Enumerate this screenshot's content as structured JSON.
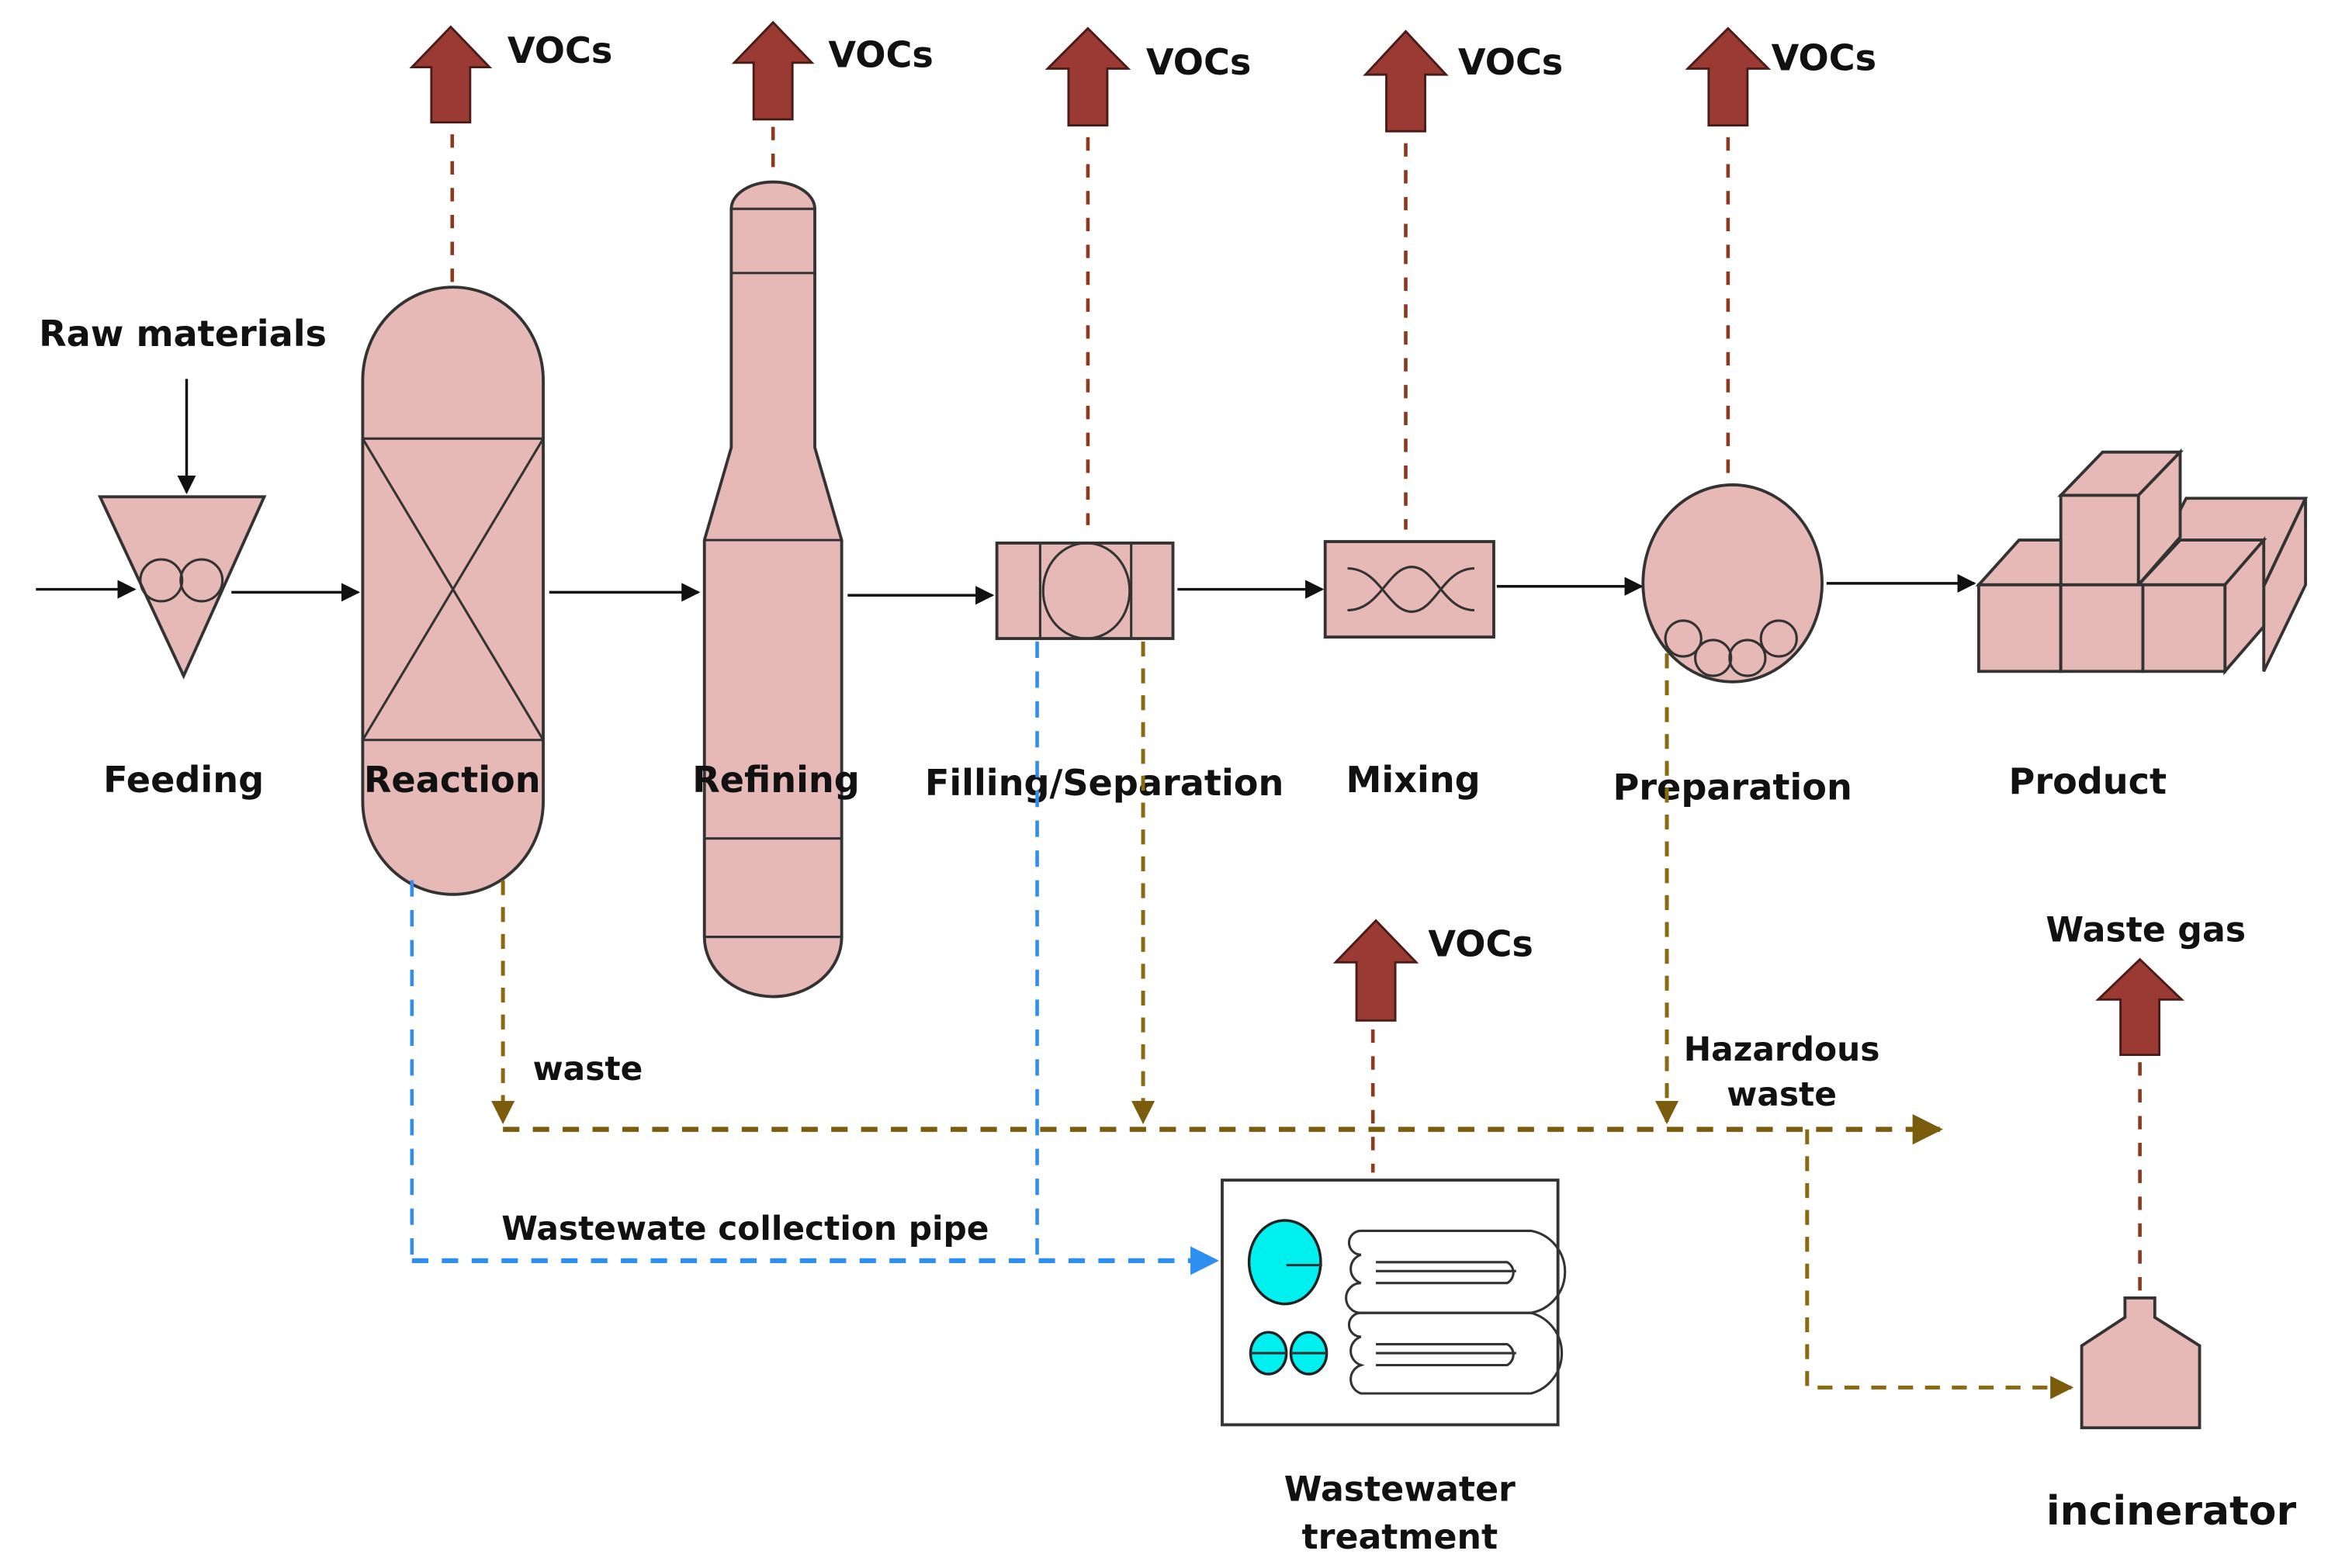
{
  "diagram": {
    "title": "Chemical process flow with VOC emission and waste streams",
    "inputs": {
      "raw_materials": "Raw materials"
    },
    "stages": [
      {
        "id": "feeding",
        "label": "Feeding"
      },
      {
        "id": "reaction",
        "label": "Reaction"
      },
      {
        "id": "refining",
        "label": "Refining"
      },
      {
        "id": "filling",
        "label": "Filling/Separation"
      },
      {
        "id": "mixing",
        "label": "Mixing"
      },
      {
        "id": "preparation",
        "label": "Preparation"
      },
      {
        "id": "product",
        "label": "Product"
      }
    ],
    "emissions": {
      "voc_label": "VOCs",
      "waste_gas_label": "Waste gas"
    },
    "streams": {
      "waste_label": "waste",
      "hazardous_waste_label": "Hazardous waste",
      "hazardous_waste_line1": "Hazardous",
      "hazardous_waste_line2": "waste",
      "wastewater_pipe_label": "Wastewate collection pipe"
    },
    "treatment": {
      "wastewater_line1": "Wastewater",
      "wastewater_line2": "treatment",
      "incinerator": "incinerator"
    },
    "colors": {
      "equipment_fill": "#e6b9b6",
      "voc_arrow": "#9a3a32",
      "voc_line": "#8b3a1e",
      "hazardous_waste_line": "#7a5c0c",
      "wastewater_line": "#2f8ff0",
      "treatment_tanks": "#00f0f0"
    }
  }
}
